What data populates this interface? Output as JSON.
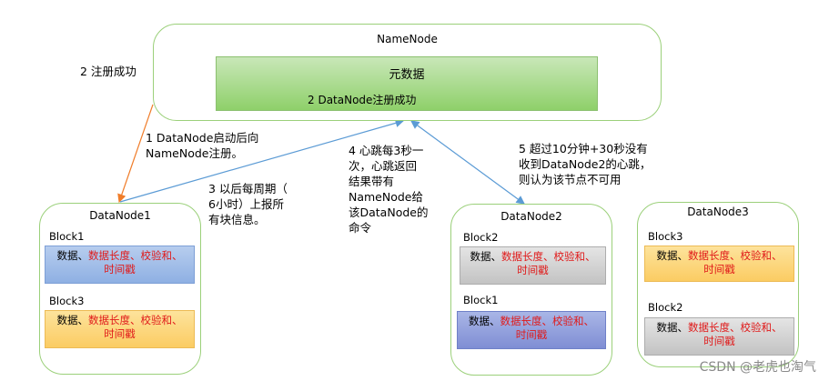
{
  "namenode": {
    "title": "NameNode",
    "metadata_label": "元数据",
    "metadata_sub": "2 DataNode注册成功"
  },
  "annotations": {
    "register_success": "2 注册成功",
    "start_register": [
      "1 DataNode启动后向",
      "NameNode注册。"
    ],
    "periodic_report": [
      "3 以后每周期（",
      "6小时）上报所",
      "有块信息。"
    ],
    "heartbeat": [
      "4 心跳每3秒一",
      "次，心跳返回",
      "结果带有",
      "NameNode给",
      "该DataNode的",
      "命令"
    ],
    "timeout": [
      "5 超过10分钟+30秒没有",
      "收到DataNode2的心跳，",
      "则认为该节点不可用"
    ]
  },
  "block_fields": {
    "first": "数据、",
    "red1": "数据长度、校验和、",
    "red2": "时间戳"
  },
  "datanodes": [
    {
      "title": "DataNode1",
      "blocks": [
        {
          "label": "Block1",
          "color": "#a6c1ea"
        },
        {
          "label": "Block3",
          "color": "#fdd87f"
        }
      ]
    },
    {
      "title": "DataNode2",
      "blocks": [
        {
          "label": "Block2",
          "color": "#d4d4d4"
        },
        {
          "label": "Block1",
          "color": "#97a6dd"
        }
      ]
    },
    {
      "title": "DataNode3",
      "blocks": [
        {
          "label": "Block3",
          "color": "#fdd87f"
        },
        {
          "label": "Block2",
          "color": "#d4d4d4"
        }
      ]
    }
  ],
  "colors": {
    "node_border": "#9bd07a",
    "register_arrow": "#f07d2a",
    "heartbeat_arrow": "#5b9bd5",
    "highlight_text": "#e01a1a"
  },
  "watermark": "CSDN @老虎也淘气"
}
